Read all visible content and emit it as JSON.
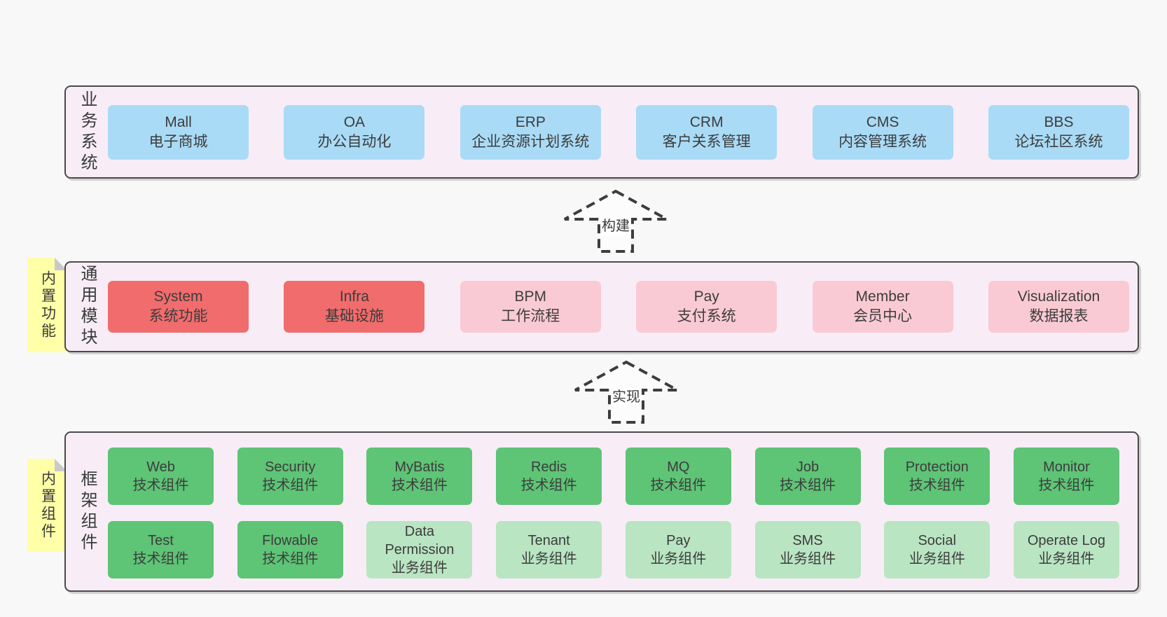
{
  "colors": {
    "page-bg": "#f8f8f8",
    "section-bg": "#f8edf6",
    "section-border": "#4a4a4a",
    "box-text": "#3c3c3c",
    "blue": "#a9dbf6",
    "red": "#f16c6c",
    "pink": "#facad4",
    "green": "#5ec476",
    "green-light": "#b9e5c2",
    "yellow": "#feffa7",
    "fold": "#c9c9c9",
    "arrow": "#3d3d3d"
  },
  "sections": {
    "business": {
      "label": "业务系统",
      "items": [
        {
          "en": "Mall",
          "zh": "电子商城",
          "type": "blue"
        },
        {
          "en": "OA",
          "zh": "办公自动化",
          "type": "blue"
        },
        {
          "en": "ERP",
          "zh": "企业资源计划系统",
          "type": "blue"
        },
        {
          "en": "CRM",
          "zh": "客户关系管理",
          "type": "blue"
        },
        {
          "en": "CMS",
          "zh": "内容管理系统",
          "type": "blue"
        },
        {
          "en": "BBS",
          "zh": "论坛社区系统",
          "type": "blue"
        }
      ]
    },
    "modules": {
      "label": "通用模块",
      "sticky": "内置功能",
      "items": [
        {
          "en": "System",
          "zh": "系统功能",
          "type": "red"
        },
        {
          "en": "Infra",
          "zh": "基础设施",
          "type": "red"
        },
        {
          "en": "BPM",
          "zh": "工作流程",
          "type": "pink"
        },
        {
          "en": "Pay",
          "zh": "支付系统",
          "type": "pink"
        },
        {
          "en": "Member",
          "zh": "会员中心",
          "type": "pink"
        },
        {
          "en": "Visualization",
          "zh": "数据报表",
          "type": "pink"
        }
      ]
    },
    "components": {
      "label": "框架组件",
      "sticky": "内置组件",
      "rows": [
        [
          {
            "en": "Web",
            "zh": "技术组件",
            "type": "green"
          },
          {
            "en": "Security",
            "zh": "技术组件",
            "type": "green"
          },
          {
            "en": "MyBatis",
            "zh": "技术组件",
            "type": "green"
          },
          {
            "en": "Redis",
            "zh": "技术组件",
            "type": "green"
          },
          {
            "en": "MQ",
            "zh": "技术组件",
            "type": "green"
          },
          {
            "en": "Job",
            "zh": "技术组件",
            "type": "green"
          },
          {
            "en": "Protection",
            "zh": "技术组件",
            "type": "green"
          },
          {
            "en": "Monitor",
            "zh": "技术组件",
            "type": "green"
          }
        ],
        [
          {
            "en": "Test",
            "zh": "技术组件",
            "type": "green"
          },
          {
            "en": "Flowable",
            "zh": "技术组件",
            "type": "green"
          },
          {
            "en": "Data Permission",
            "zh": "业务组件",
            "type": "green-light"
          },
          {
            "en": "Tenant",
            "zh": "业务组件",
            "type": "green-light"
          },
          {
            "en": "Pay",
            "zh": "业务组件",
            "type": "green-light"
          },
          {
            "en": "SMS",
            "zh": "业务组件",
            "type": "green-light"
          },
          {
            "en": "Social",
            "zh": "业务组件",
            "type": "green-light"
          },
          {
            "en": "Operate Log",
            "zh": "业务组件",
            "type": "green-light"
          }
        ]
      ]
    }
  },
  "arrows": [
    {
      "label": "构建"
    },
    {
      "label": "实现"
    }
  ]
}
